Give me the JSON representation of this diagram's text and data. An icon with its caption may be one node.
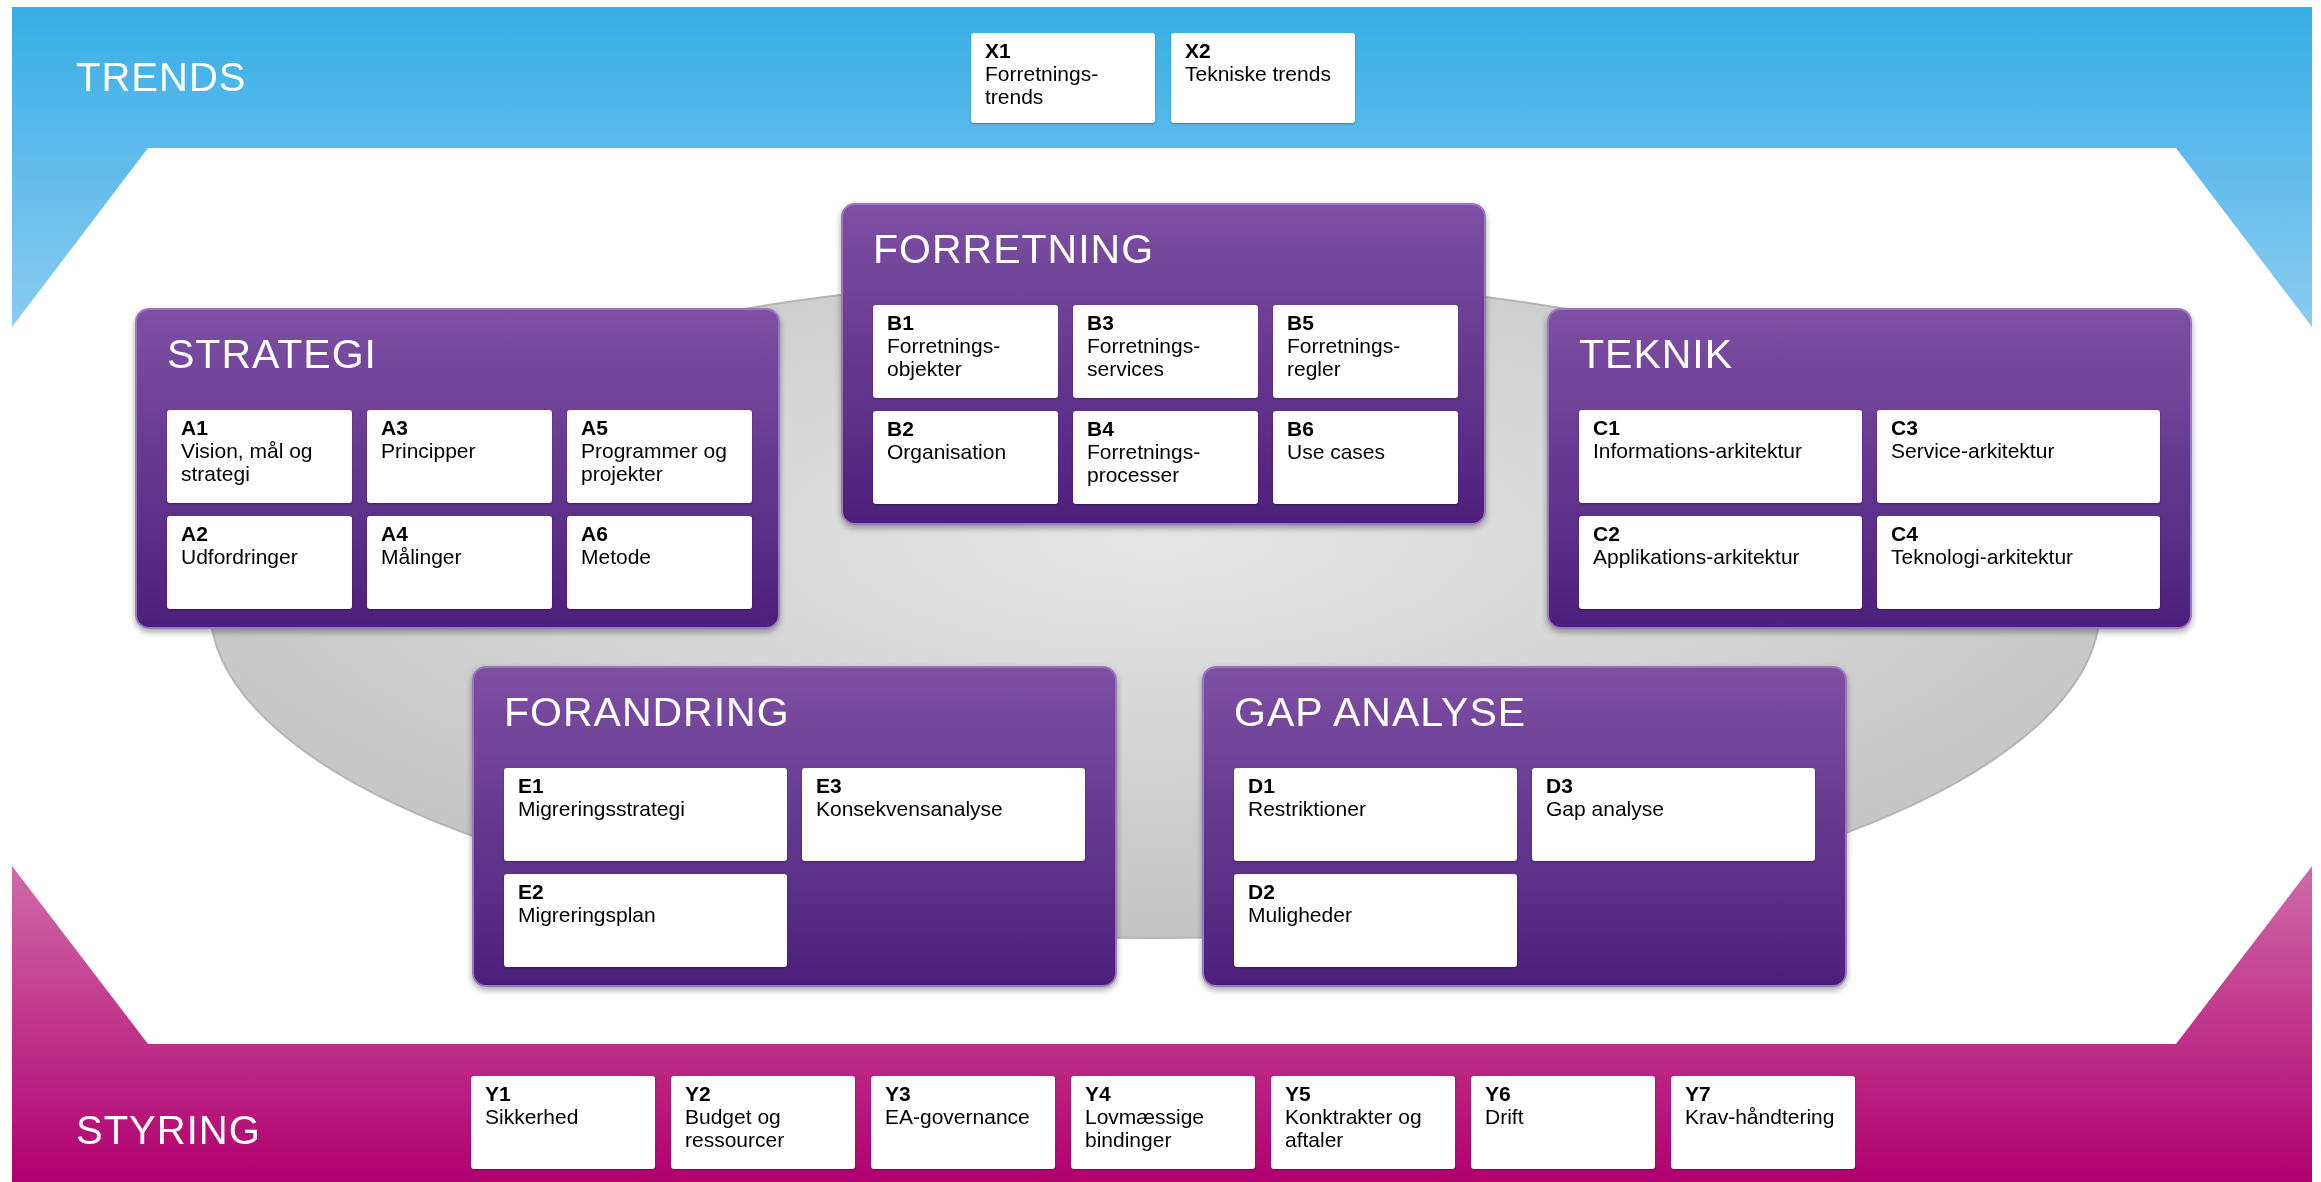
{
  "diagram": {
    "nodes": [
      {
        "text": [
          "TRENDS"
        ]
      },
      {
        "text": [
          "X1",
          "Forretnings-trends"
        ],
        "in": 0
      },
      {
        "text": [
          "X2",
          "Tekniske trends"
        ],
        "in": 0
      },
      {
        "text": [
          "FORRETNING"
        ]
      },
      {
        "text": [
          "B1",
          "Forretnings-objekter"
        ],
        "in": 3
      },
      {
        "text": [
          "B2",
          "Organisation"
        ],
        "in": 3
      },
      {
        "text": [
          "B3",
          "Forretnings-services"
        ],
        "in": 3
      },
      {
        "text": [
          "B4",
          "Forretnings-processer"
        ],
        "in": 3
      },
      {
        "text": [
          "B5",
          "Forretnings-regler"
        ],
        "in": 3
      },
      {
        "text": [
          "B6",
          "Use cases"
        ],
        "in": 3
      },
      {
        "text": [
          "STRATEGI"
        ]
      },
      {
        "text": [
          "A1",
          "Vision, mål og strategi"
        ],
        "in": 10
      },
      {
        "text": [
          "A2",
          "Udfordringer"
        ],
        "in": 10
      },
      {
        "text": [
          "A3",
          "Principper"
        ],
        "in": 10
      },
      {
        "text": [
          "A4",
          "Målinger"
        ],
        "in": 10
      },
      {
        "text": [
          "A5",
          "Programmer og projekter"
        ],
        "in": 10
      },
      {
        "text": [
          "A6",
          "Metode"
        ],
        "in": 10
      },
      {
        "text": [
          "TEKNIK"
        ]
      },
      {
        "text": [
          "C1",
          "Informations-arkitektur"
        ],
        "in": 17
      },
      {
        "text": [
          "C2",
          "Applikations-arkitektur"
        ],
        "in": 17
      },
      {
        "text": [
          "C3",
          "Service-arkitektur"
        ],
        "in": 17
      },
      {
        "text": [
          "C4",
          "Teknologi-arkitektur"
        ],
        "in": 17
      },
      {
        "text": [
          "FORANDRING"
        ]
      },
      {
        "text": [
          "E1",
          "Migreringsstrategi"
        ],
        "in": 22
      },
      {
        "text": [
          "E2",
          "Migreringsplan"
        ],
        "in": 22
      },
      {
        "text": [
          "E3",
          "Konsekvensanalyse"
        ],
        "in": 22
      },
      {
        "text": [
          "GAP ANALYSE"
        ]
      },
      {
        "text": [
          "D1",
          "Restriktioner"
        ],
        "in": 26
      },
      {
        "text": [
          "D2",
          "Muligheder"
        ],
        "in": 26
      },
      {
        "text": [
          "D3",
          "Gap analyse"
        ],
        "in": 26
      },
      {
        "text": [
          "STYRING"
        ]
      },
      {
        "text": [
          "Y1",
          "Sikkerhed"
        ],
        "in": 30
      },
      {
        "text": [
          "Y2",
          "Budget og ressourcer"
        ],
        "in": 30
      },
      {
        "text": [
          "Y3",
          "EA-governance"
        ],
        "in": 30
      },
      {
        "text": [
          "Y4",
          "Lovmæssige bindinger"
        ],
        "in": 30
      },
      {
        "text": [
          "Y5",
          "Konktrakter og aftaler"
        ],
        "in": 30
      },
      {
        "text": [
          "Y6",
          "Drift"
        ],
        "in": 30
      },
      {
        "text": [
          "Y7",
          "Krav-håndtering"
        ],
        "in": 30
      }
    ]
  }
}
